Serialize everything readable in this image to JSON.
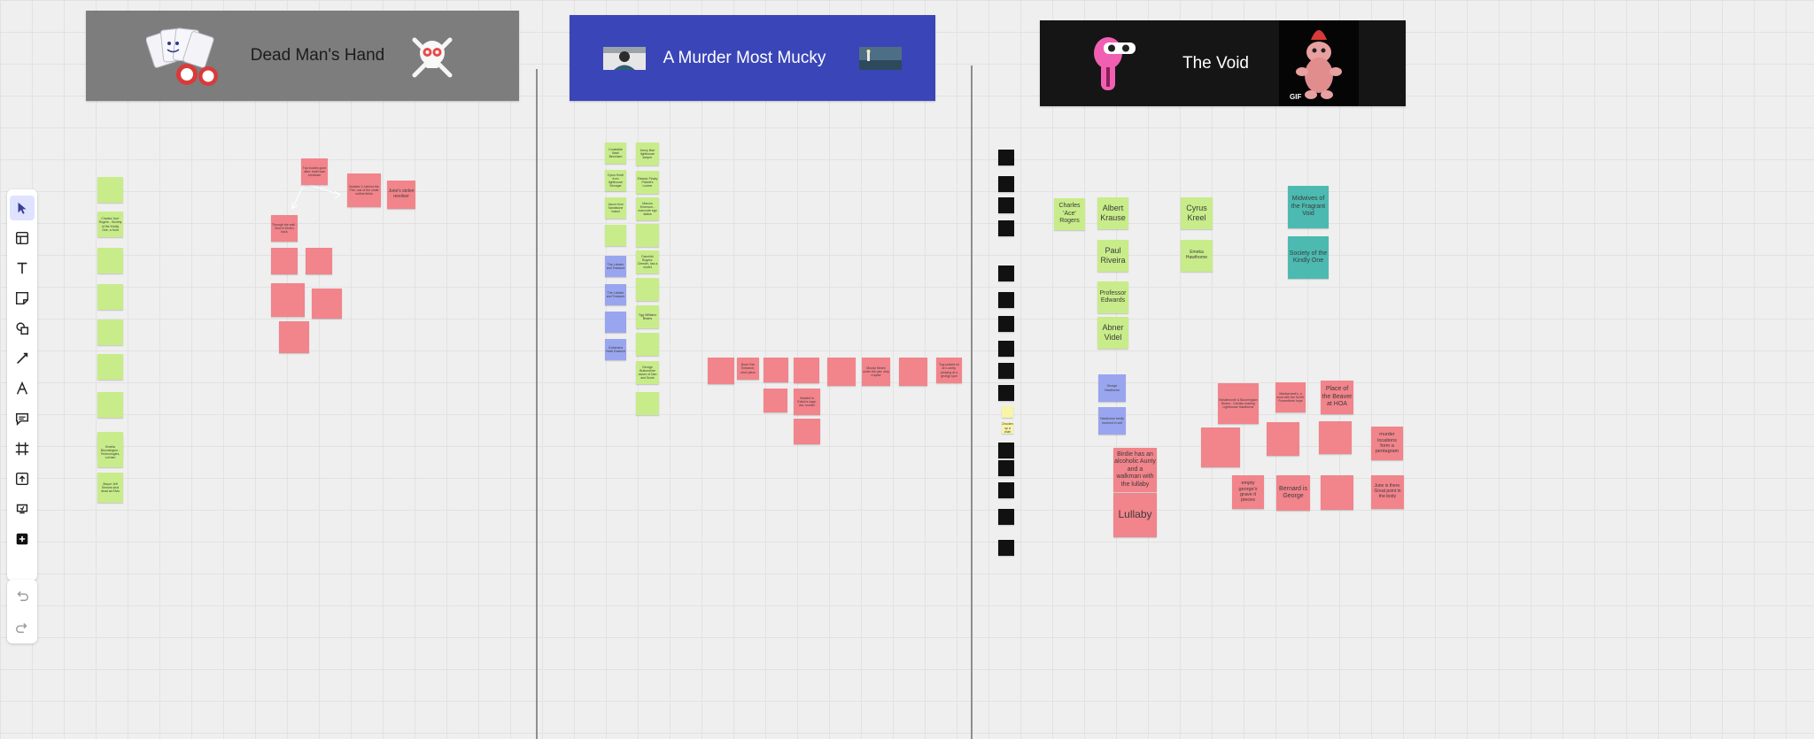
{
  "toolbar": {
    "tools": [
      "select-icon",
      "templates-icon",
      "text-icon",
      "sticky-note-icon",
      "shapes-icon",
      "pen-icon",
      "arrow-icon",
      "comment-icon",
      "frame-icon",
      "upload-icon",
      "apps-icon",
      "add-icon"
    ],
    "undo": "undo-icon",
    "redo": "redo-icon"
  },
  "frames": [
    {
      "title": "Dead Man's Hand",
      "bg": "#7d7d7d",
      "text_color": "#1c1c1c"
    },
    {
      "title": "A Murder Most Mucky",
      "bg": "#3a45b8",
      "text_color": "#ffffff"
    },
    {
      "title": "The Void",
      "bg": "#151515",
      "text_color": "#ffffff"
    }
  ],
  "gif_badge": "GIF",
  "notes": {
    "dmh_left": [
      "",
      "Charles 'Ace' Rogers - Society of the Kindly One, a front",
      "",
      "",
      "",
      "",
      "",
      "",
      "Emelia Bloomington - Technologies, Lorham",
      "Mayor Jeff Simons shot dead as Elvis"
    ],
    "dmh_mid": [
      "Two bodies gone after, hotel was turndown",
      "Number 2, behind the Fire, one of the chalk outline fields",
      "June's stolen revolver",
      "Through the wall - Shot in Elvis's back",
      "",
      "",
      "",
      "",
      ""
    ],
    "mmm_left": [
      "Constable Basil Beecham",
      "Cyrus Kreel from lighthouse Stronger",
      "Jason from Sandstone island",
      "",
      "The Lobster and Treasure",
      "",
      "Gothmans Hotel Eastend"
    ],
    "mmm_right": [
      "Jenny Barr lighthouse keeper",
      "Eleanor Peaky Pickett's Lunner",
      "Marcus Emerson - mancode ego status",
      "",
      "Fairchild Rogers: Chester, has a mullet",
      "",
      "Ygg Williams Blokes",
      "",
      "George Buttonshire owner of Dan and Susie",
      ""
    ],
    "mmm_row": [
      "",
      "Book Fair Entrance, short piece",
      "",
      "",
      "",
      "Moody Mears under the pier, strip a spike",
      "",
      "Tug-sucked on an Lonely, jumping at a grungy spot",
      "",
      "Headed to Edwin's cage, dar, murder",
      ""
    ],
    "void_black": [
      "",
      "",
      "",
      "",
      "",
      "",
      "",
      "",
      "",
      "",
      "",
      "",
      "",
      "",
      "",
      ""
    ],
    "void_yellow": [
      "",
      "Chucked up a chair"
    ],
    "void_names": [
      "Charles 'Ace' Rogers",
      "Albert Krause",
      "Paul Riveira",
      "Professor Edwards",
      "Abner Videl",
      "Cyrus Kreel",
      "Emeka Hawthorne"
    ],
    "void_purple": [
      "George Hawthorne",
      "Hawthorne family involved in cult"
    ],
    "void_teal": [
      "Midwives of the Fragrant Void",
      "Society of the Kindly One"
    ],
    "void_pink_big": [
      "Birdie has an alcoholic Aunty and a walkman with the lullaby",
      "Lullaby"
    ],
    "void_pink": [
      "Brindleworth & Bloomington Boson - Cardiac reading Lighthouse Hawthorne",
      "Maidservant's, a word with the Schiff, Fomenthem hope",
      "Place of the Beaver at HOA",
      "",
      "",
      "",
      "murder locations form a pentagram",
      "empty george's grave it pieces",
      "Bernard is George",
      "",
      "June is there. Great point in the body"
    ]
  }
}
